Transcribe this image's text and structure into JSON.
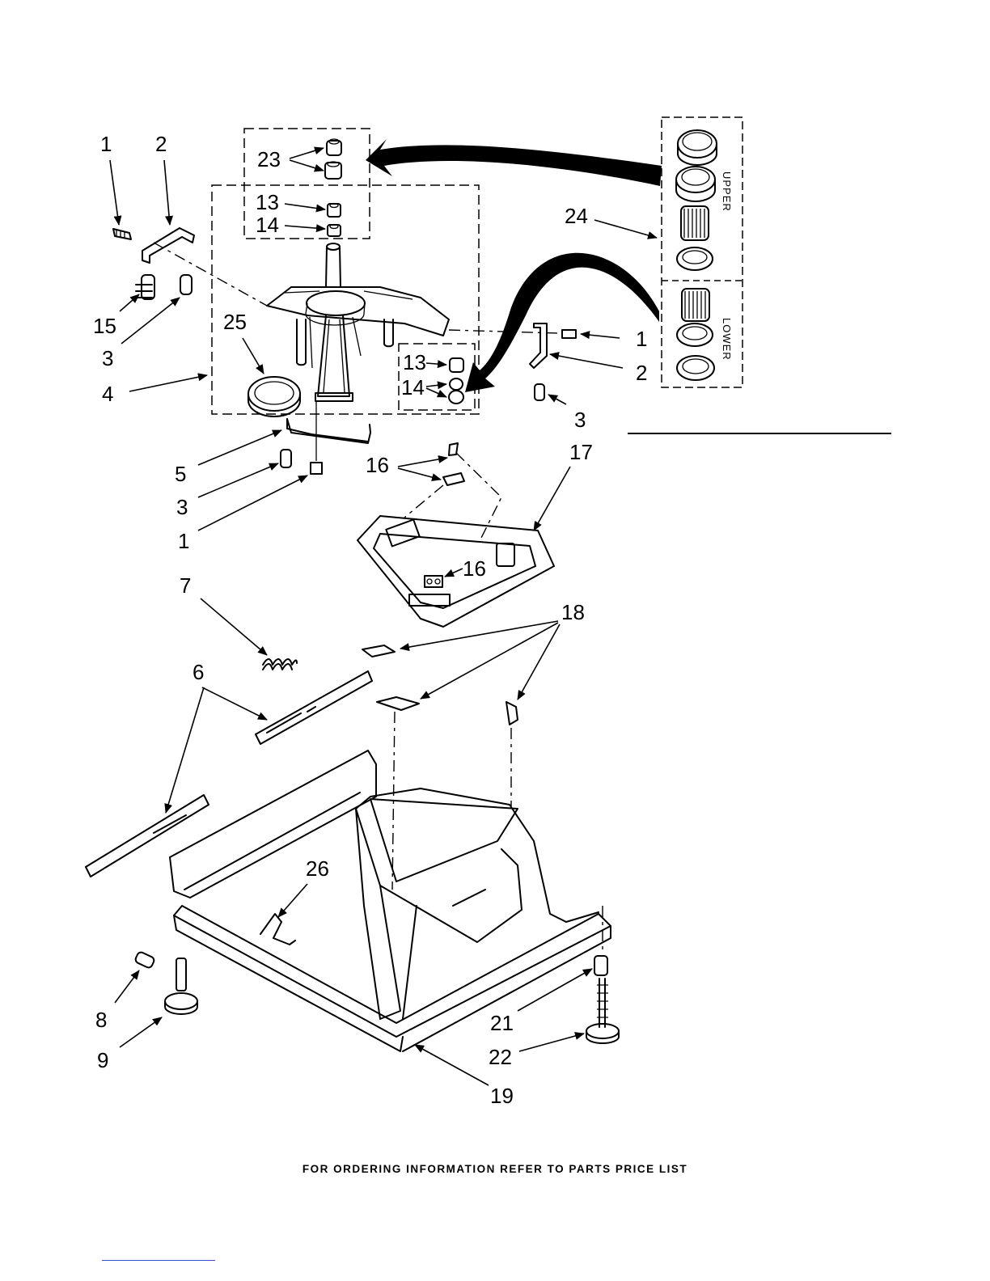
{
  "callouts": [
    {
      "id": "c1a",
      "text": "1"
    },
    {
      "id": "c2a",
      "text": "2"
    },
    {
      "id": "c23",
      "text": "23"
    },
    {
      "id": "c13a",
      "text": "13"
    },
    {
      "id": "c14a",
      "text": "14"
    },
    {
      "id": "c24",
      "text": "24"
    },
    {
      "id": "c15",
      "text": "15"
    },
    {
      "id": "c3a",
      "text": "3"
    },
    {
      "id": "c25",
      "text": "25"
    },
    {
      "id": "c4",
      "text": "4"
    },
    {
      "id": "c13b",
      "text": "13"
    },
    {
      "id": "c14b",
      "text": "14"
    },
    {
      "id": "c1b",
      "text": "1"
    },
    {
      "id": "c2b",
      "text": "2"
    },
    {
      "id": "c3b",
      "text": "3"
    },
    {
      "id": "c5",
      "text": "5"
    },
    {
      "id": "c3c",
      "text": "3"
    },
    {
      "id": "c1c",
      "text": "1"
    },
    {
      "id": "c16a",
      "text": "16"
    },
    {
      "id": "c17",
      "text": "17"
    },
    {
      "id": "c16b",
      "text": "16"
    },
    {
      "id": "c7",
      "text": "7"
    },
    {
      "id": "c18",
      "text": "18"
    },
    {
      "id": "c6",
      "text": "6"
    },
    {
      "id": "c26",
      "text": "26"
    },
    {
      "id": "c8",
      "text": "8"
    },
    {
      "id": "c9",
      "text": "9"
    },
    {
      "id": "c21",
      "text": "21"
    },
    {
      "id": "c22",
      "text": "22"
    },
    {
      "id": "c19",
      "text": "19"
    }
  ],
  "bearing_kit": {
    "upper_label": "UPPER",
    "lower_label": "LOWER"
  },
  "footer": {
    "text": "FOR ORDERING INFORMATION REFER TO PARTS PRICE LIST"
  }
}
